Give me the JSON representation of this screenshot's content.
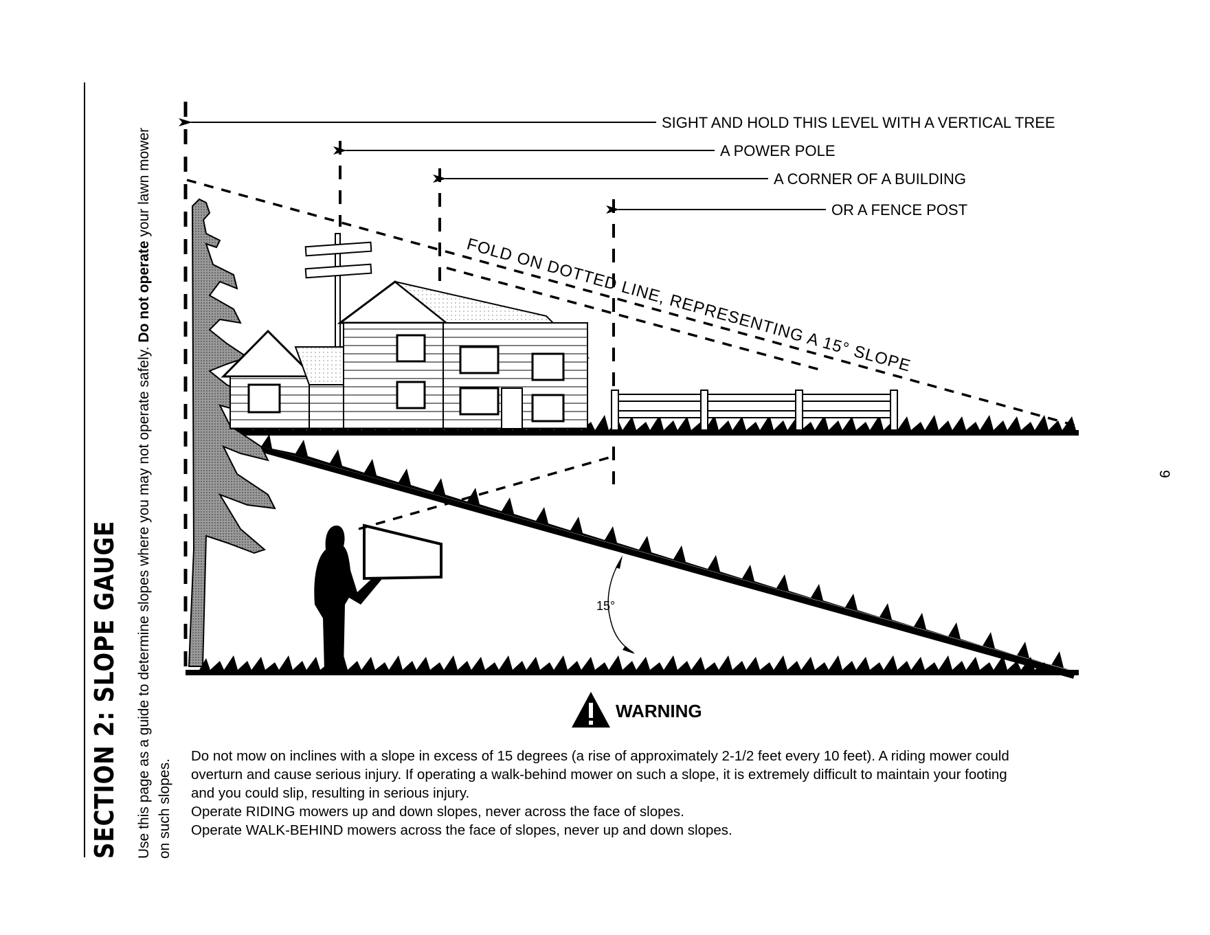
{
  "section": {
    "title": "SECTION 2:  SLOPE GAUGE",
    "intro_plain": "Use this page as a guide to determine slopes where you may not operate safely. ",
    "intro_bold": "Do not operate",
    "intro_tail": " your lawn mower",
    "intro_line2": "on such slopes."
  },
  "page_number": "9",
  "diagram": {
    "sight_labels": [
      "SIGHT AND HOLD THIS LEVEL WITH A VERTICAL TREE",
      "A POWER POLE",
      "A CORNER OF A BUILDING",
      "OR A FENCE POST"
    ],
    "fold_text": "FOLD ON DOTTED LINE, REPRESENTING A 15° SLOPE",
    "angle_label": "15°"
  },
  "warning": {
    "title": "WARNING",
    "body": [
      "Do not mow on inclines with a slope in excess of 15 degrees (a rise of approximately 2-1/2 feet every 10 feet). A riding mower could",
      "overturn and cause serious injury. If operating a walk-behind mower on such a slope, it is extremely difficult to maintain your footing",
      "and you could slip, resulting in serious injury.",
      "Operate RIDING mowers up and down slopes, never across the face of slopes.",
      "Operate WALK-BEHIND mowers across the face of slopes, never up and down slopes."
    ]
  }
}
